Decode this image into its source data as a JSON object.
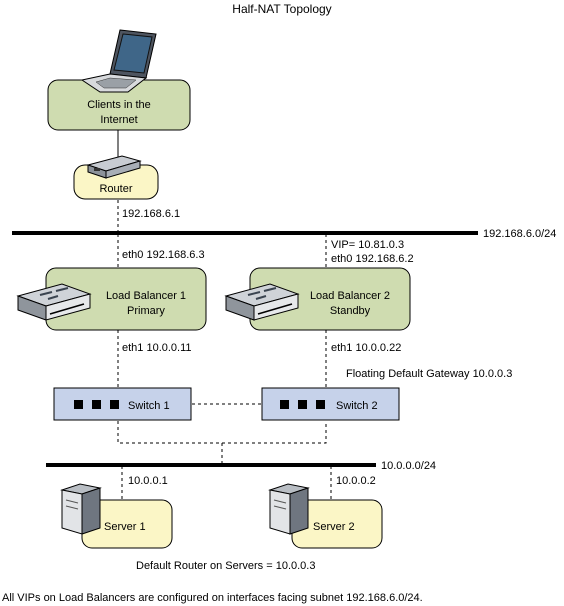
{
  "title": "Half-NAT Topology",
  "nodes": {
    "clients": {
      "line1": "Clients in the",
      "line2": "Internet"
    },
    "router": {
      "label": "Router"
    },
    "lb1": {
      "line1": "Load Balancer 1",
      "line2": "Primary"
    },
    "lb2": {
      "line1": "Load Balancer 2",
      "line2": "Standby"
    },
    "switch1": {
      "label": "Switch 1"
    },
    "switch2": {
      "label": "Switch 2"
    },
    "server1": {
      "label": "Server 1"
    },
    "server2": {
      "label": "Server 2"
    }
  },
  "labels": {
    "router_ip": "192.168.6.1",
    "subnet_top": "192.168.6.0/24",
    "lb1_eth0": "eth0 192.168.6.3",
    "lb2_vip": "VIP= 10.81.0.3",
    "lb2_eth0": "eth0 192.168.6.2",
    "lb1_eth1": "eth1 10.0.0.11",
    "lb2_eth1": "eth1 10.0.0.22",
    "floating_gateway": "Floating Default Gateway 10.0.0.3",
    "subnet_bottom": "10.0.0.0/24",
    "server1_ip": "10.0.0.1",
    "server2_ip": "10.0.0.2",
    "default_router": "Default Router on Servers = 10.0.0.3",
    "footnote": "All VIPs on Load Balancers are configured on interfaces facing subnet 192.168.6.0/24."
  },
  "colors": {
    "node_green": "#cfdcb0",
    "router_yellow": "#fbf6c6",
    "switch_blue": "#c6d2ea",
    "line": "#000000"
  },
  "icons": [
    "laptop-icon",
    "router-device-icon",
    "load-balancer-icon",
    "server-tower-icon",
    "port-square-icon"
  ]
}
